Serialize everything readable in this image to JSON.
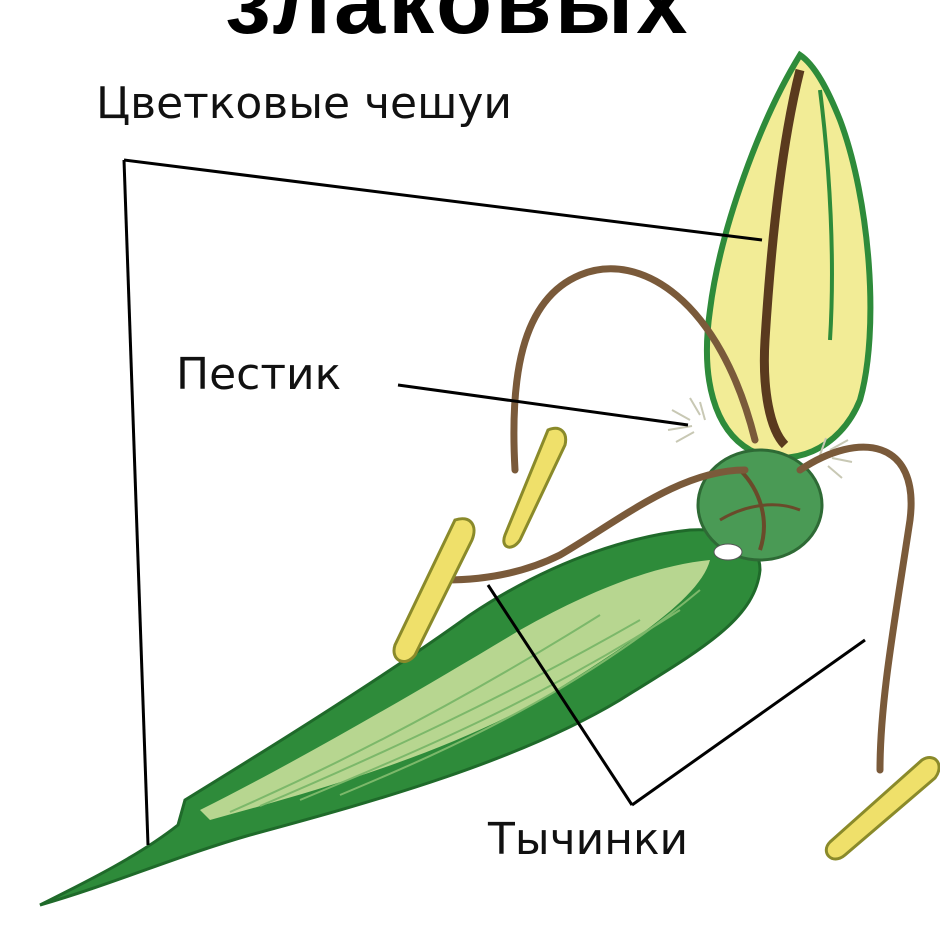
{
  "title_fragment": "злаковых",
  "labels": {
    "flower_scales": "Цветковые чешуи",
    "pistil": "Пестик",
    "stamens": "Тычинки"
  },
  "colors": {
    "outer_scale": "#2e8b3a",
    "outer_scale_light": "#cfe3a0",
    "inner_scale": "#f2ec96",
    "ovary": "#4a9a55",
    "anther": "#efe06a",
    "filament": "#7a5a3a",
    "leader_line": "#000000"
  }
}
